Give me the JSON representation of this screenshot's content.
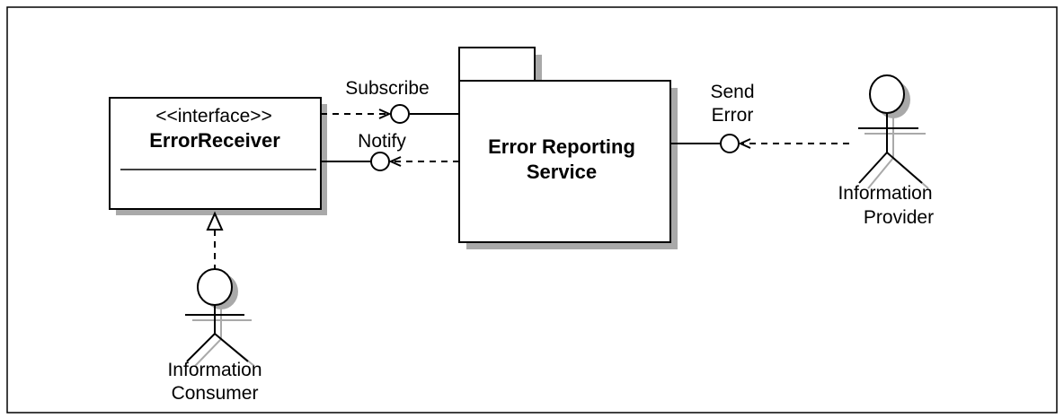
{
  "interface_box": {
    "stereotype": "<<interface>>",
    "name": "ErrorReceiver"
  },
  "package": {
    "name_line1": "Error Reporting",
    "name_line2": "Service"
  },
  "ports": {
    "subscribe": "Subscribe",
    "notify": "Notify",
    "send_error_line1": "Send",
    "send_error_line2": "Error"
  },
  "actors": {
    "provider_line1": "Information",
    "provider_line2": "Provider",
    "consumer_line1": "Information",
    "consumer_line2": "Consumer"
  }
}
